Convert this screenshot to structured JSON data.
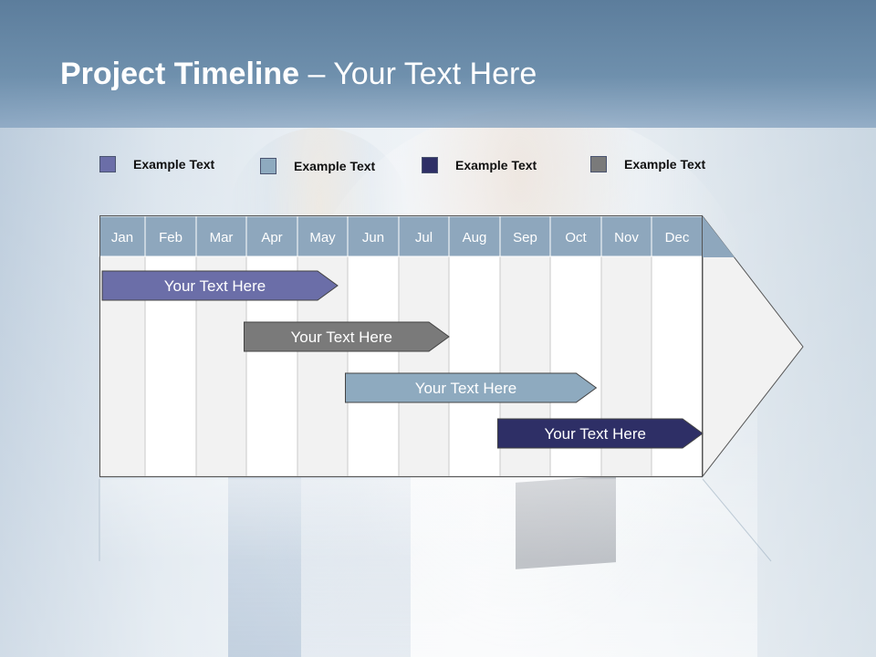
{
  "title": {
    "bold": "Project Timeline",
    "rest": " – Your Text Here"
  },
  "legend": [
    {
      "label": "Example Text",
      "color": "#6b6ea8"
    },
    {
      "label": "Example Text",
      "color": "#8eaabf"
    },
    {
      "label": "Example Text",
      "color": "#2e2f66"
    },
    {
      "label": "Example Text",
      "color": "#7a7a7a"
    }
  ],
  "timeline": {
    "months": [
      "Jan",
      "Feb",
      "Mar",
      "Apr",
      "May",
      "Jun",
      "Jul",
      "Aug",
      "Sep",
      "Oct",
      "Nov",
      "Dec"
    ],
    "header_color": "#8ea7bd",
    "tasks": [
      {
        "label": "Your  Text Here",
        "start_month": 1,
        "end_month": 4.8,
        "color": "#6b6ea8"
      },
      {
        "label": "Your  Text Here",
        "start_month": 3.9,
        "end_month": 7.0,
        "color": "#7a7a7a"
      },
      {
        "label": "Your  Text Here",
        "start_month": 5.9,
        "end_month": 9.9,
        "color": "#8eaabf"
      },
      {
        "label": "Your  Text Here",
        "start_month": 8.9,
        "end_month": 12.0,
        "color": "#2e2f66"
      }
    ]
  }
}
